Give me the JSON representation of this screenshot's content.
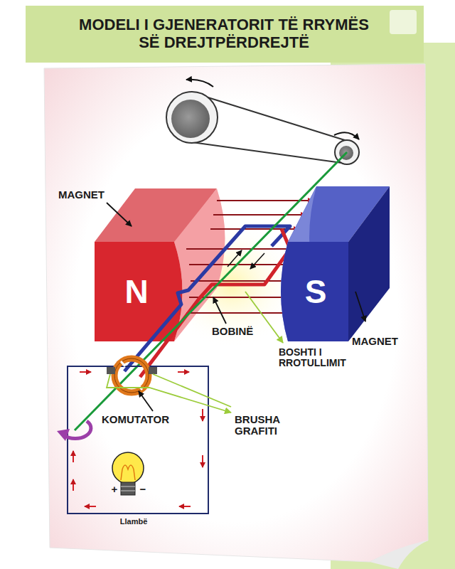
{
  "diagram": {
    "title": "MODELI I GJENERATORIT TË RRYMËS SË DREJTPËRDREJTË",
    "nodes": [
      {
        "text": [
          "N"
        ]
      },
      {
        "text": [
          "S"
        ]
      }
    ],
    "labels": [
      "MAGNET",
      "MAGNET",
      "BOBINË",
      "BOSHTI I RROTULLIMIT",
      "KOMUTATOR",
      "BRUSHA GRAFITI",
      "Llambë",
      "+",
      "−"
    ]
  }
}
